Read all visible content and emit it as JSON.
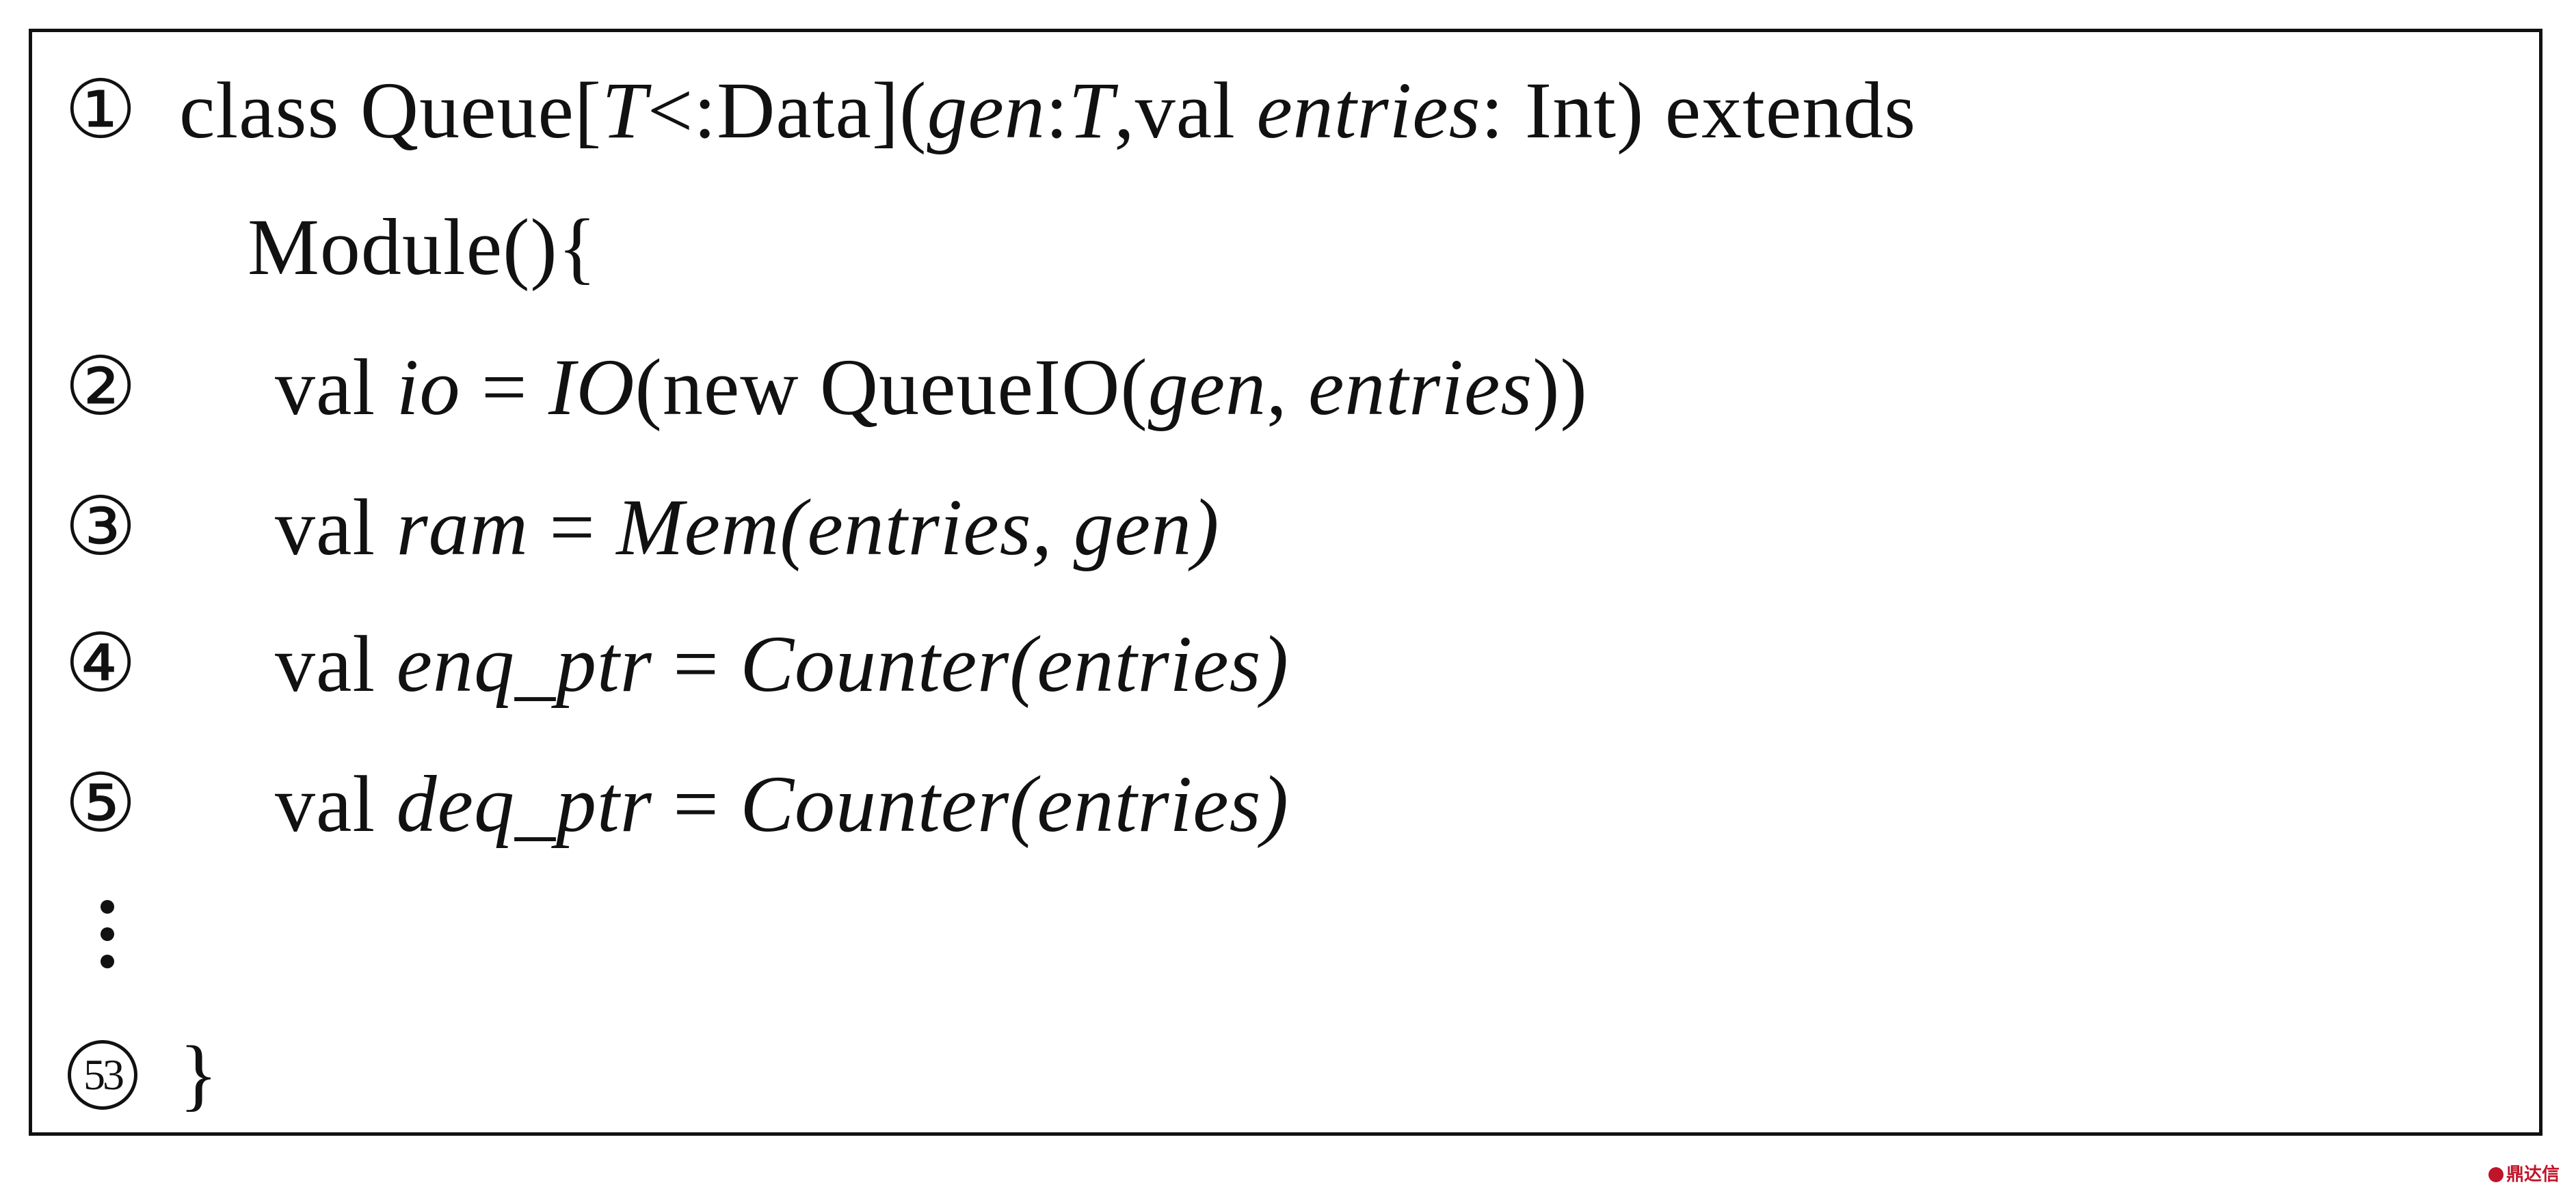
{
  "lines": [
    {
      "number": "①",
      "parts": [
        "class Queue[",
        "T",
        "<:Data](",
        "gen",
        ":",
        "T",
        ",val ",
        "entries",
        ": Int) extends"
      ]
    },
    {
      "number": "",
      "parts": [
        "Module(){"
      ]
    },
    {
      "number": "②",
      "parts": [
        "val ",
        "io",
        " = ",
        "IO",
        "(new QueueIO(",
        "gen",
        ", ",
        "entries",
        "))"
      ]
    },
    {
      "number": "③",
      "parts": [
        "val ",
        "ram",
        " = ",
        "Mem(entries, gen)"
      ]
    },
    {
      "number": "④",
      "parts": [
        "val ",
        "enq_ptr",
        " = ",
        "Counter(entries)"
      ]
    },
    {
      "number": "⑤",
      "parts": [
        "val ",
        "deq_ptr",
        " = ",
        "Counter(entries)"
      ]
    },
    {
      "number": "53",
      "parts": [
        "}"
      ]
    }
  ],
  "watermark": "鼎达信"
}
